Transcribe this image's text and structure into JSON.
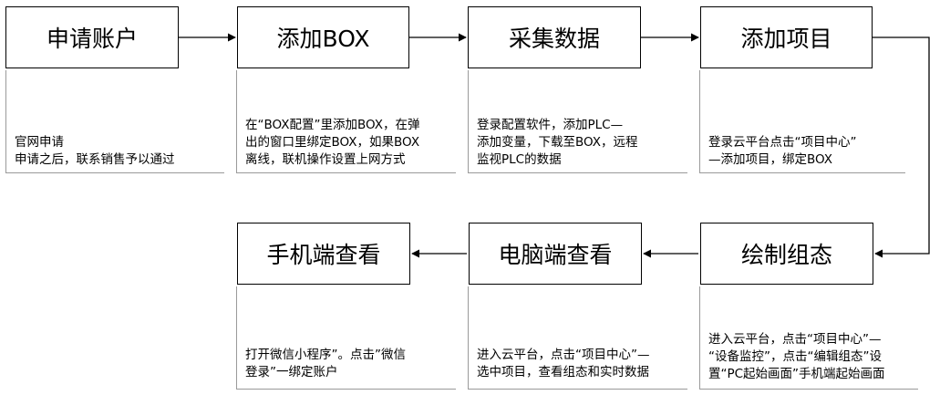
{
  "steps": [
    {
      "title": "申请账户",
      "desc": [
        "官网申请",
        "申请之后，联系销售予以通过"
      ]
    },
    {
      "title": "添加BOX",
      "desc": [
        "在“BOX配置”里添加BOX，在弹",
        "出的窗口里绑定BOX，如果BOX",
        "离线，联机操作设置上网方式"
      ]
    },
    {
      "title": "采集数据",
      "desc": [
        "登录配置软件，添加PLC—",
        "添加变量，下载至BOX，远程",
        "监视PLC的数据"
      ]
    },
    {
      "title": "添加项目",
      "desc": [
        "登录云平台点击“项目中心”",
        "—添加项目，绑定BOX"
      ]
    },
    {
      "title": "绘制组态",
      "desc": [
        "进入云平台，点击“项目中心”—",
        "“设备监控”，点击“编辑组态”设",
        "置“PC起始画面”手机端起始画面"
      ]
    },
    {
      "title": "电脑端查看",
      "desc": [
        "进入云平台，点击“项目中心”—",
        "选中项目，查看组态和实时数据"
      ]
    },
    {
      "title": "手机端查看",
      "desc": [
        "打开微信小程序”。点击”微信",
        "登录”一绑定账户"
      ]
    }
  ]
}
